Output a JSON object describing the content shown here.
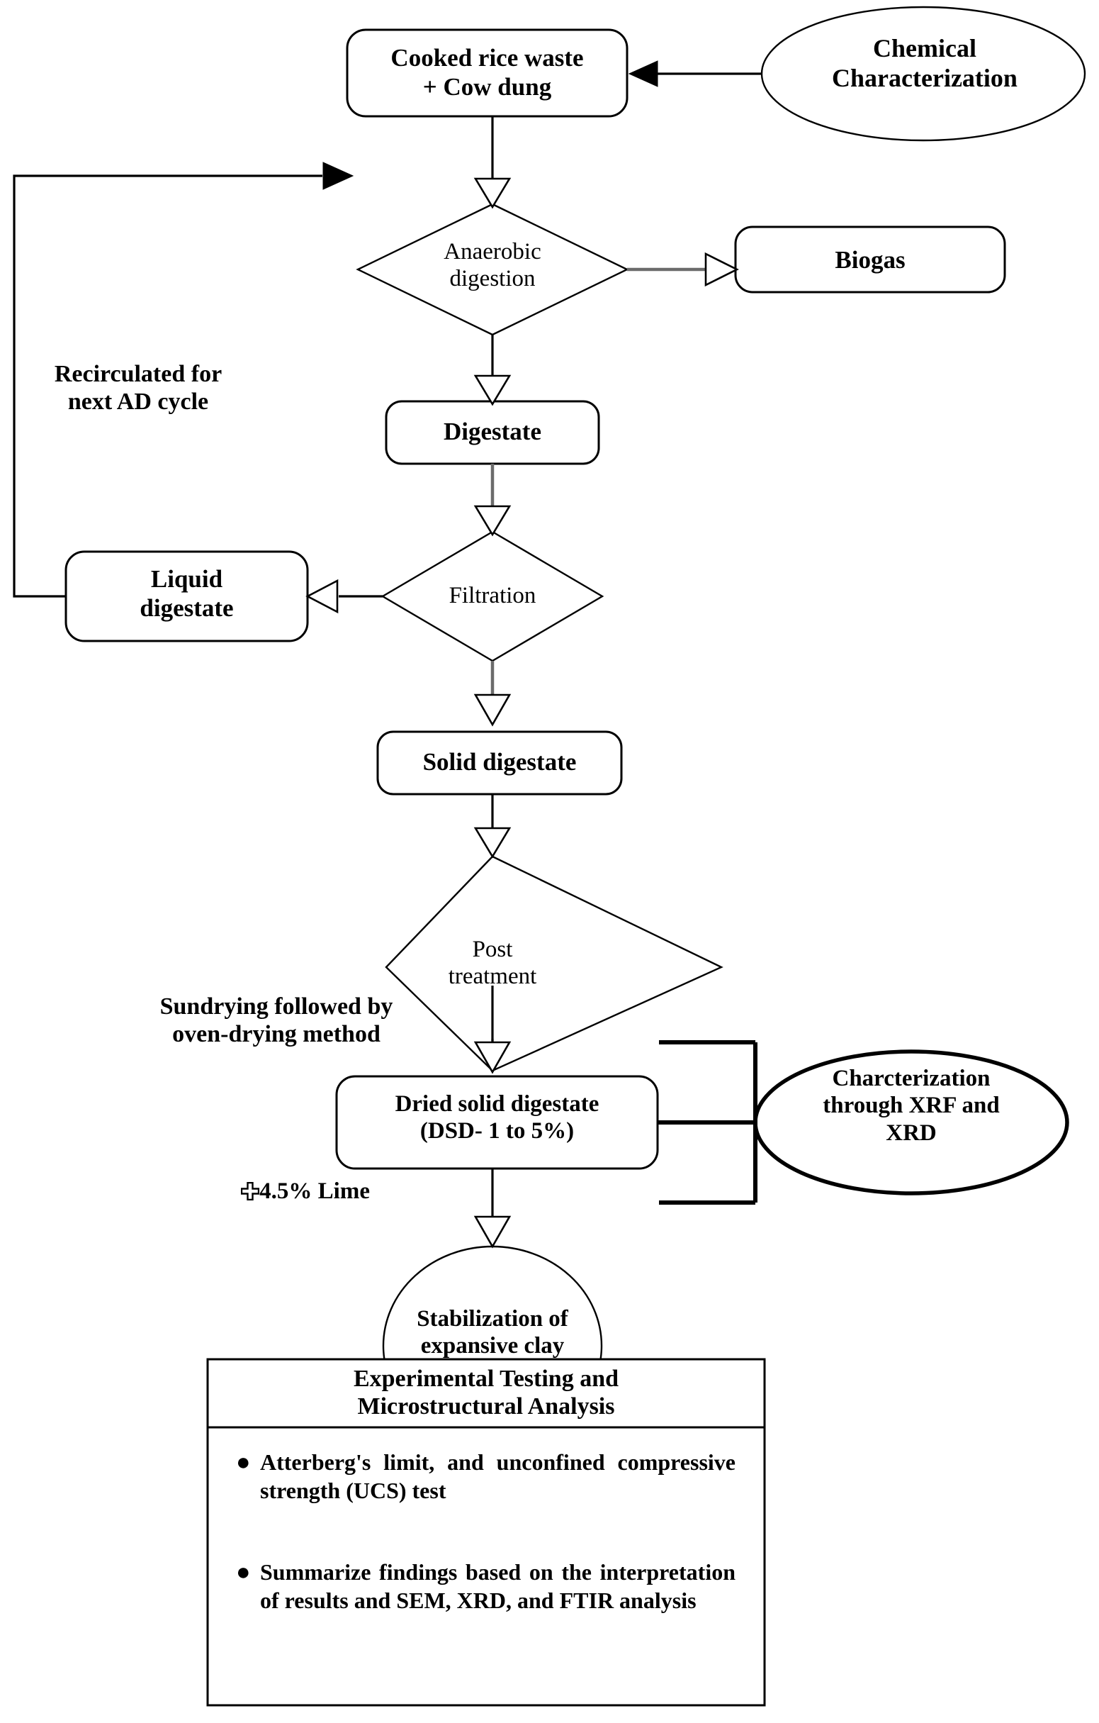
{
  "diagram": {
    "title": "Anaerobic digestion process flowchart for expansive clay stabilization",
    "nodes": {
      "feedstock": {
        "label": "Cooked rice waste\n+ Cow dung",
        "shape": "rounded-rect"
      },
      "chemical_characterization": {
        "label": "Chemical\nCharacterization",
        "shape": "ellipse"
      },
      "anaerobic_digestion": {
        "label": "Anaerobic\ndigestion",
        "shape": "diamond"
      },
      "biogas": {
        "label": "Biogas",
        "shape": "rounded-rect"
      },
      "digestate": {
        "label": "Digestate",
        "shape": "rounded-rect"
      },
      "filtration": {
        "label": "Filtration",
        "shape": "diamond"
      },
      "liquid_digestate": {
        "label": "Liquid\ndigestate",
        "shape": "rounded-rect"
      },
      "solid_digestate": {
        "label": "Solid digestate",
        "shape": "rounded-rect"
      },
      "post_treatment": {
        "label": "Post\ntreatment",
        "shape": "diamond"
      },
      "dried_solid_digestate": {
        "label": "Dried solid digestate\n(DSD- 1 to 5%)",
        "shape": "rounded-rect"
      },
      "xrf_xrd_characterization": {
        "label": "Charcterization\nthrough XRF and\nXRD",
        "shape": "ellipse"
      },
      "stabilization": {
        "label": "Stabilization of\nexpansive clay",
        "shape": "ellipse"
      },
      "experimental_box": {
        "label": "Experimental Testing and\nMicrostructural Analysis",
        "shape": "rect"
      }
    },
    "edge_labels": {
      "recirculation": "Recirculated for\nnext AD cycle",
      "drying": "Sundrying followed by\noven-drying method",
      "lime": "4.5% Lime",
      "lime_symbol": "plus-outline-icon"
    },
    "bullets": [
      "Atterberg's limit, and unconfined compressive strength (UCS) test",
      "Summarize findings based on the interpretation of results and  SEM, XRD, and FTIR analysis"
    ],
    "colors": {
      "stroke": "#000000",
      "fill": "#ffffff",
      "grey_connector": "#6b6b6b"
    }
  }
}
